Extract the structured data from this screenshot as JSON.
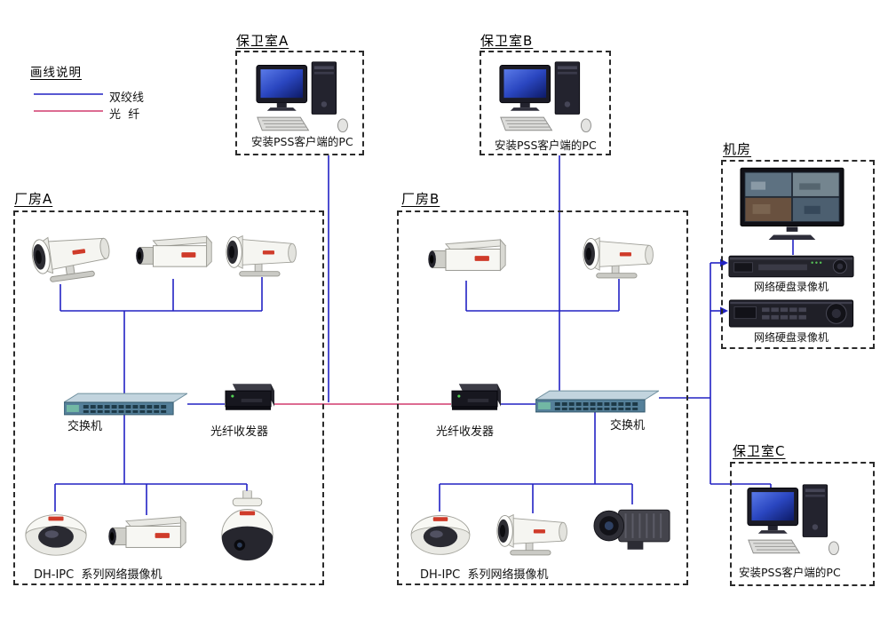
{
  "colors": {
    "twisted_pair": "#2222c4",
    "fiber": "#d23b6e"
  },
  "legend": {
    "title": "画线说明",
    "items": [
      {
        "name": "twisted-pair",
        "label": "双绞线"
      },
      {
        "name": "fiber",
        "label": "光  纤"
      }
    ]
  },
  "zones": {
    "guard_room_a": {
      "title": "保卫室A",
      "pc_label": "安装PSS客户端的PC"
    },
    "guard_room_b": {
      "title": "保卫室B",
      "pc_label": "安装PSS客户端的PC"
    },
    "guard_room_c": {
      "title": "保卫室C",
      "pc_label": "安装PSS客户端的PC"
    },
    "equipment_room": {
      "title": "机房",
      "nvr_top_label": "网络硬盘录像机",
      "nvr_bottom_label": "网络硬盘录像机"
    },
    "factory_a": {
      "title": "厂房A",
      "switch_label": "交换机",
      "transceiver_label": "光纤收发器",
      "cameras_label": "DH-IPC  系列网络摄像机"
    },
    "factory_b": {
      "title": "厂房B",
      "switch_label": "交换机",
      "transceiver_label": "光纤收发器",
      "cameras_label": "DH-IPC  系列网络摄像机"
    }
  }
}
